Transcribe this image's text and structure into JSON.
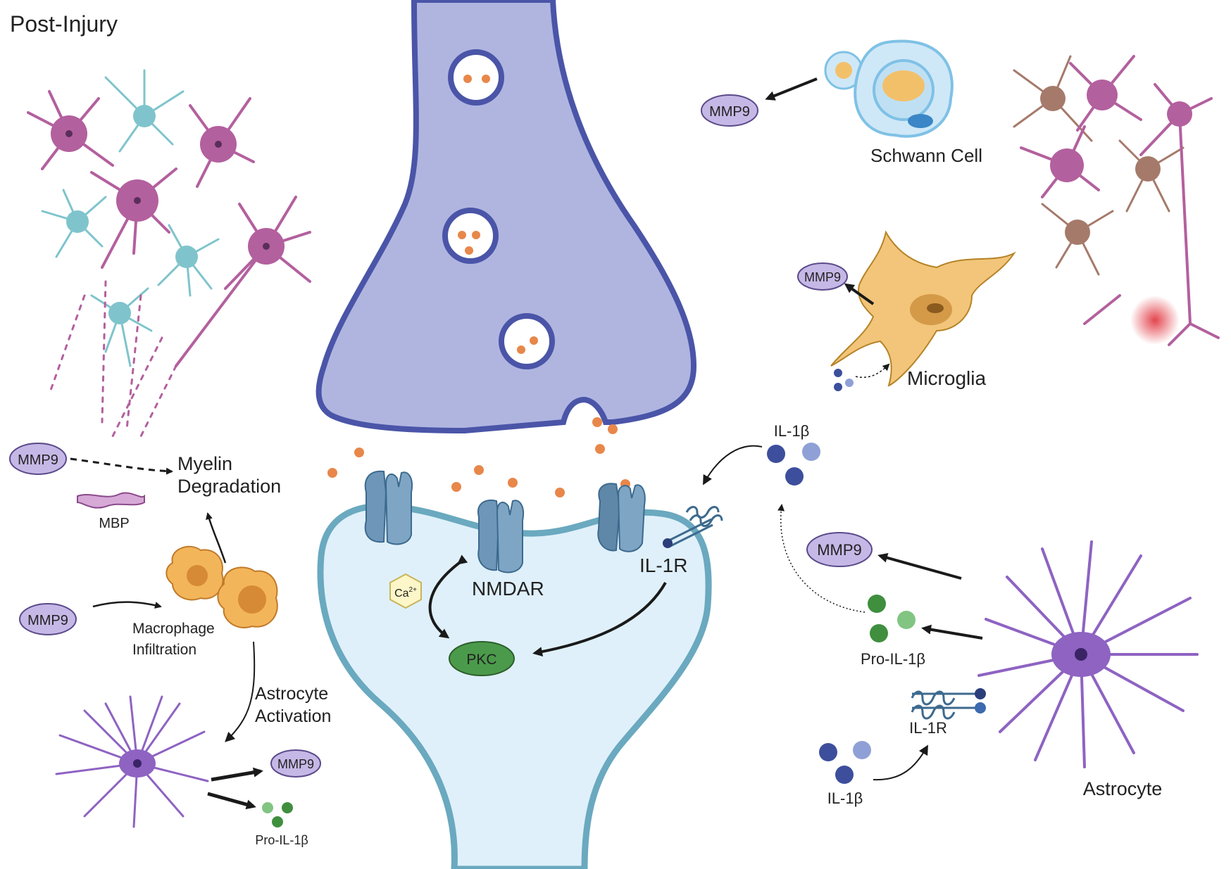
{
  "title": "Post-Injury",
  "labels": {
    "myelin_degradation_line1": "Myelin",
    "myelin_degradation_line2": "Degradation",
    "mbp": "MBP",
    "macrophage_line1": "Macrophage",
    "macrophage_line2": "Infiltration",
    "astrocyte_activation_line1": "Astrocyte",
    "astrocyte_activation_line2": "Activation",
    "pro_il1b_left": "Pro-IL-1β",
    "nmdar": "NMDAR",
    "il1r_center": "IL-1R",
    "ca": "Ca",
    "ca_superscript": "2+",
    "pkc": "PKC",
    "il1b_top": "IL-1β",
    "schwann_cell": "Schwann Cell",
    "microglia": "Microglia",
    "pro_il1b_right": "Pro-IL-1β",
    "il1r_right": "IL-1R",
    "il1b_bottom": "IL-1β",
    "astrocyte": "Astrocyte"
  },
  "mmp9_badges": {
    "left_top": "MMP9",
    "left_macrophage": "MMP9",
    "left_astrocyte": "MMP9",
    "schwann": "MMP9",
    "microglia": "MMP9",
    "right_astrocyte": "MMP9"
  },
  "colors": {
    "presynaptic_fill": "#b0b5e0",
    "presynaptic_stroke": "#4a55a8",
    "postsynaptic_fill": "#dff0fa",
    "postsynaptic_stroke": "#6aa9bf",
    "neurotransmitter": "#e8874a",
    "mmp9_fill": "#c6b8e6",
    "pkc_fill": "#4b9a4b",
    "il1b_blue": "#3d4f9c",
    "pro_il1b_green": "#3f8f3f",
    "neuron_pink": "#b3609e",
    "glia_teal": "#7fc4cc",
    "astrocyte_purple": "#8e63c2",
    "microglia_orange": "#f2c57a",
    "macrophage_orange": "#f3b55a",
    "schwann_blue": "#7fc1e6"
  }
}
